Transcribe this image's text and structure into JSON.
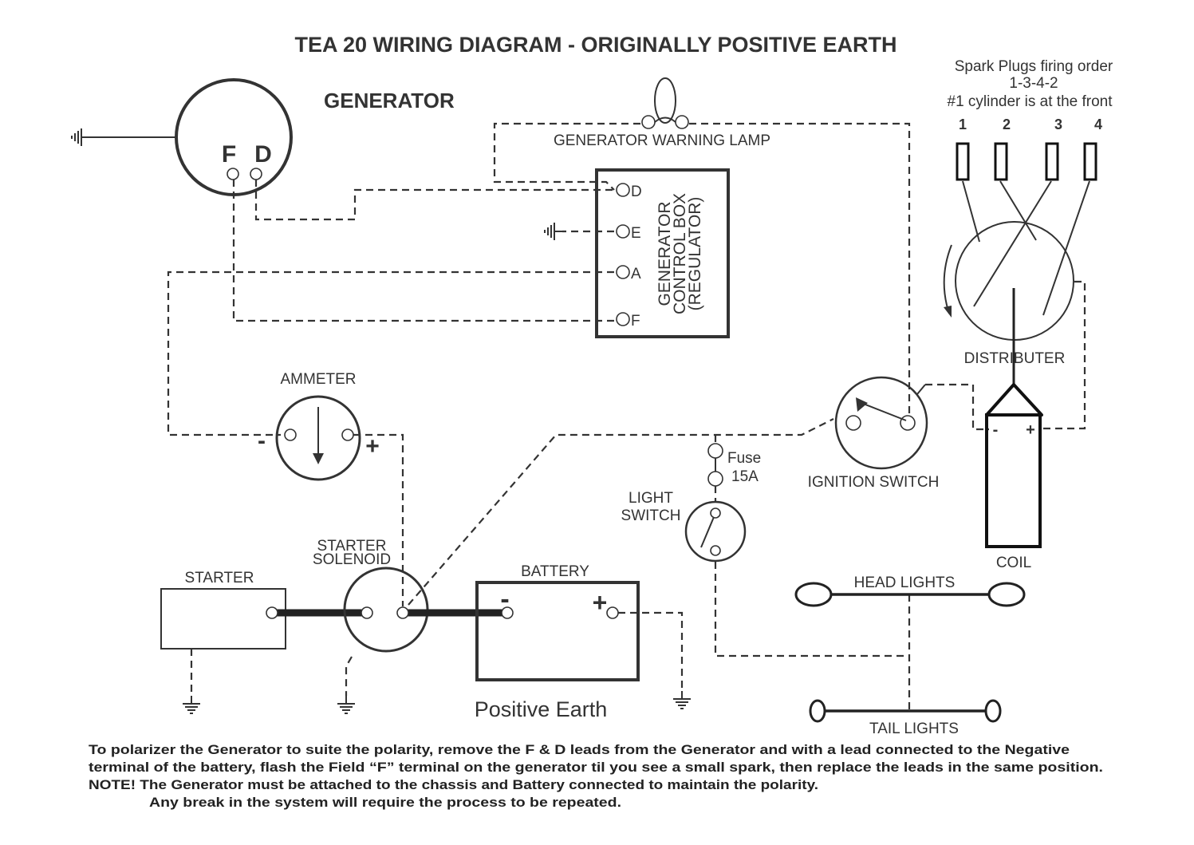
{
  "title": "TEA 20 WIRING DIAGRAM - ORIGINALLY POSITIVE EARTH",
  "generator": {
    "label": "GENERATOR",
    "terminal_f": "F",
    "terminal_d": "D"
  },
  "warning_lamp": {
    "label": "GENERATOR WARNING LAMP"
  },
  "control_box": {
    "lines": [
      "GENERATOR",
      "CONTROL BOX",
      "(REGULATOR)"
    ],
    "terminals": [
      "D",
      "E",
      "A",
      "F"
    ]
  },
  "ammeter": {
    "label": "AMMETER",
    "minus": "-",
    "plus": "+"
  },
  "starter": {
    "label": "STARTER"
  },
  "solenoid": {
    "lines": [
      "STARTER",
      "SOLENOID"
    ]
  },
  "battery": {
    "label": "BATTERY",
    "minus": "-",
    "plus": "+",
    "earth_note": "Positive Earth"
  },
  "fuse": {
    "label": "Fuse",
    "rating": "15A"
  },
  "light_switch": {
    "lines": [
      "LIGHT",
      "SWITCH"
    ]
  },
  "ignition_switch": {
    "label": "IGNITION SWITCH"
  },
  "head_lights": {
    "label": "HEAD LIGHTS"
  },
  "tail_lights": {
    "label": "TAIL LIGHTS"
  },
  "spark_plugs": {
    "lines": [
      "Spark Plugs firing order",
      "1-3-4-2",
      "#1 cylinder is at the front"
    ],
    "numbers": [
      "1",
      "2",
      "3",
      "4"
    ]
  },
  "distributor": {
    "label": "DISTRIBUTER"
  },
  "coil": {
    "label": "COIL",
    "minus": "-",
    "plus": "+"
  },
  "instructions": [
    "To polarizer the Generator to suite the polarity, remove the F & D leads from the Generator and with a lead connected to the Negative",
    "terminal of the battery, flash the Field “F” terminal on the generator til you see a small spark, then replace the leads in the same position.",
    "NOTE! The Generator must be attached to the chassis and Battery connected to maintain the polarity.",
    "Any break in the system will require the process to be repeated."
  ]
}
